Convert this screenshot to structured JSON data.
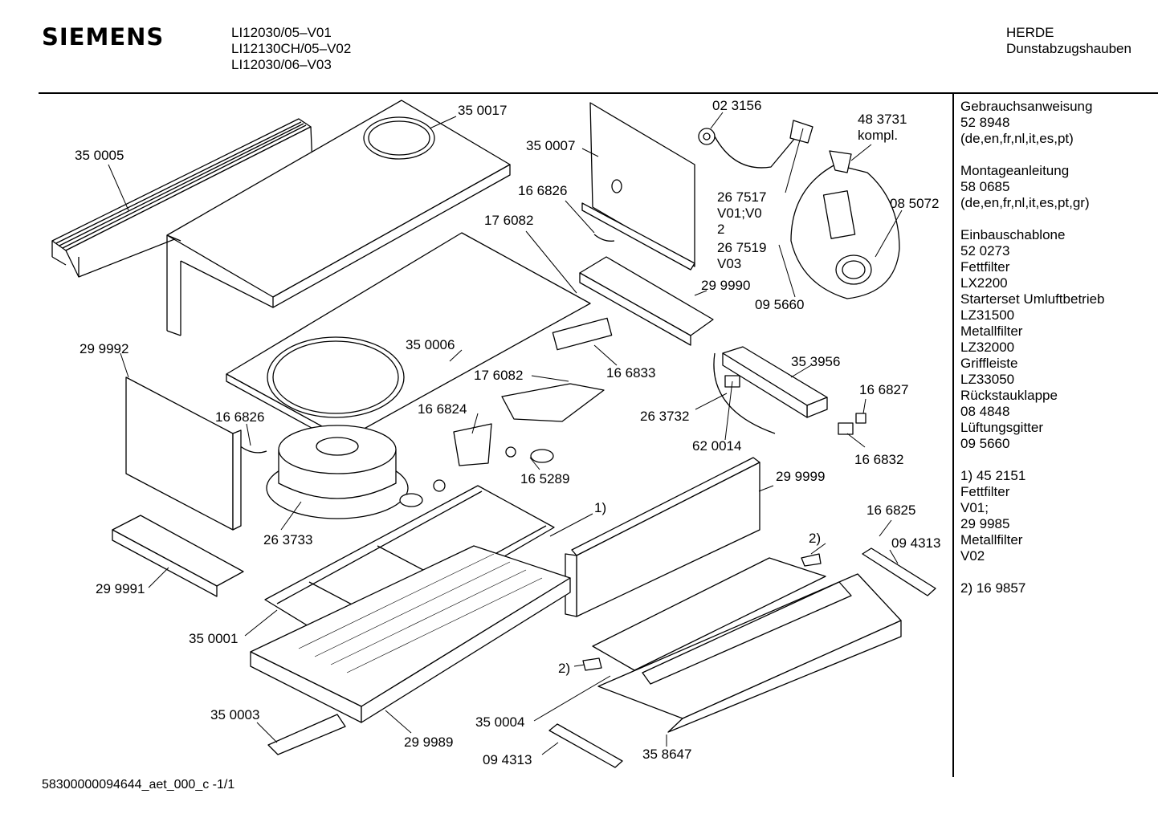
{
  "header": {
    "brand": "SIEMENS",
    "models": [
      "LI12030/05–V01",
      "LI12130CH/05–V02",
      "LI12030/06–V03"
    ],
    "category_line1": "HERDE",
    "category_line2": "Dunstabzugshauben"
  },
  "parts": {
    "p350005": "35 0005",
    "p350017": "35 0017",
    "p350007": "35 0007",
    "p023156": "02 3156",
    "p483731": "48 3731",
    "p483731b": "kompl.",
    "p166826a": "16 6826",
    "p176082a": "17 6082",
    "p267517a": "26 7517",
    "p267517b": "V01;V0",
    "p267517c": "2",
    "p267519a": "26 7519",
    "p267519b": "V03",
    "p085072": "08 5072",
    "p299990": "29 9990",
    "p095660": "09 5660",
    "p299992": "29 9992",
    "p350006": "35 0006",
    "p166833": "16 6833",
    "p353956": "35 3956",
    "p176082b": "17 6082",
    "p166824": "16 6824",
    "p166826b": "16 6826",
    "p166827": "16 6827",
    "p263732": "26 3732",
    "p620014": "62 0014",
    "p166832": "16 6832",
    "p165289": "16 5289",
    "p299999": "29 9999",
    "p1": "1)",
    "p166825": "16 6825",
    "p263733": "26 3733",
    "p2a": "2)",
    "p094313a": "09 4313",
    "p299991": "29 9991",
    "p350001": "35 0001",
    "p2b": "2)",
    "p350004": "35 0004",
    "p350003": "35 0003",
    "p299989": "29 9989",
    "p094313b": "09 4313",
    "p358647": "35 8647"
  },
  "sidebar": [
    "Gebrauchsanweisung",
    "52 8948",
    "(de,en,fr,nl,it,es,pt)",
    "",
    "Montageanleitung",
    "58 0685",
    "(de,en,fr,nl,it,es,pt,gr)",
    "",
    "Einbauschablone",
    "52 0273",
    "Fettfilter",
    "LX2200",
    "Starterset Umluftbetrieb",
    "LZ31500",
    "Metallfilter",
    "LZ32000",
    "Griffleiste",
    "LZ33050",
    "Rückstauklappe",
    "08 4848",
    "Lüftungsgitter",
    "09 5660",
    "",
    "1) 45 2151",
    "Fettfilter",
    "V01;",
    "29 9985",
    "Metallfilter",
    "V02",
    "",
    "2) 16 9857"
  ],
  "footer": "58300000094644_aet_000_c  -1/1"
}
